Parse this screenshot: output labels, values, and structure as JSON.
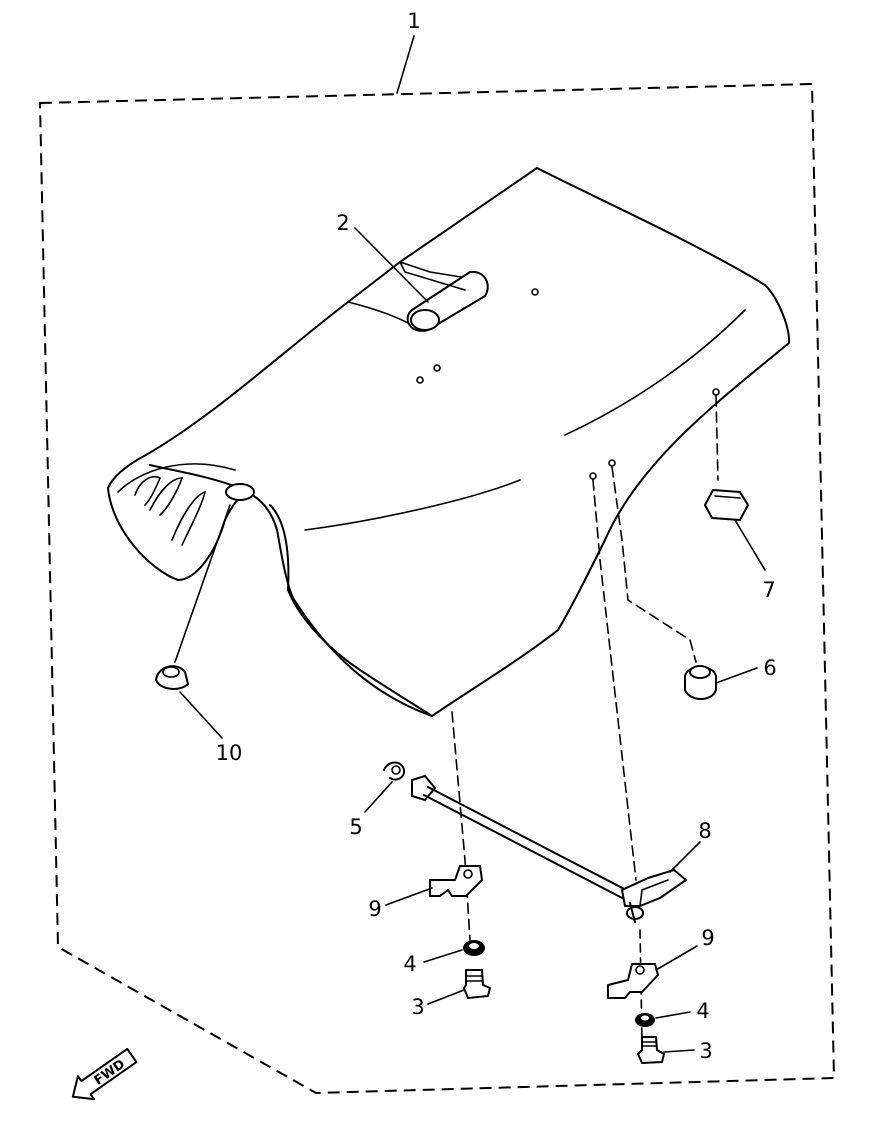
{
  "diagram": {
    "callouts": [
      {
        "id": "1",
        "label": "1"
      },
      {
        "id": "2",
        "label": "2"
      },
      {
        "id": "10",
        "label": "10"
      },
      {
        "id": "7",
        "label": "7"
      },
      {
        "id": "6",
        "label": "6"
      },
      {
        "id": "5",
        "label": "5"
      },
      {
        "id": "8",
        "label": "8"
      },
      {
        "id": "9a",
        "label": "9"
      },
      {
        "id": "9b",
        "label": "9"
      },
      {
        "id": "4a",
        "label": "4"
      },
      {
        "id": "4b",
        "label": "4"
      },
      {
        "id": "3a",
        "label": "3"
      },
      {
        "id": "3b",
        "label": "3"
      }
    ],
    "direction_arrow": {
      "label": "FWD",
      "icon": "forward-arrow-icon"
    }
  }
}
